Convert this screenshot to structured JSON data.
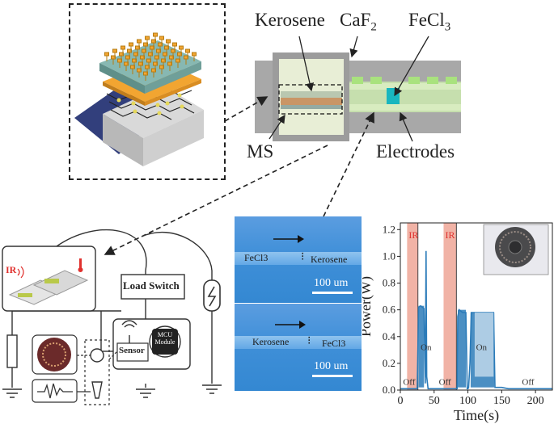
{
  "schematic": {
    "kerosene_label": "Kerosene",
    "caf2_label": "CaF",
    "caf2_sub": "2",
    "fecl3_label": "FeCl",
    "fecl3_sub": "3",
    "ms_label": "MS",
    "electrodes_label": "Electrodes"
  },
  "circuit": {
    "ir_label": "IR",
    "load_switch_label": "Load Switch",
    "sensor_label": "Sensor",
    "mcu_label_1": "MCU",
    "mcu_label_2": "Module"
  },
  "micrographs": {
    "top": {
      "left_label": "FeCl3",
      "right_label": "Kerosene",
      "scale_label": "100 um"
    },
    "bottom": {
      "left_label": "Kerosene",
      "right_label": "FeCl3",
      "scale_label": "100 um"
    }
  },
  "colors": {
    "trace": "#2b7bb9",
    "ir_band": "#f1b3a6",
    "ir_text": "#e0312e",
    "micro_bg": "#3f8fd8",
    "electrode_green": "#a9e27e",
    "fecl3_teal": "#19b6bf"
  },
  "chart_data": {
    "type": "line",
    "xlabel": "Time(s)",
    "ylabel": "Power(W)",
    "xlim": [
      0,
      225
    ],
    "ylim": [
      0,
      1.25
    ],
    "x_ticks": [
      "0",
      "50",
      "100",
      "150",
      "200"
    ],
    "y_ticks": [
      "0.0",
      "0.2",
      "0.4",
      "0.6",
      "0.8",
      "1.0",
      "1.2"
    ],
    "ir_bands": [
      {
        "label": "IR",
        "start": 10,
        "end": 26
      },
      {
        "label": "IR",
        "start": 64,
        "end": 83
      }
    ],
    "annotations": [
      {
        "text": "Off",
        "x": 4,
        "y": 0.04
      },
      {
        "text": "On",
        "x": 30,
        "y": 0.3
      },
      {
        "text": "Off",
        "x": 57,
        "y": 0.04
      },
      {
        "text": "On",
        "x": 112,
        "y": 0.3
      },
      {
        "text": "Off",
        "x": 180,
        "y": 0.04
      }
    ],
    "series": [
      {
        "values": [
          [
            0,
            0.01
          ],
          [
            25,
            0.01
          ],
          [
            26,
            0.3
          ],
          [
            27,
            0.62
          ],
          [
            30,
            0.63
          ],
          [
            35,
            0.61
          ],
          [
            37,
            0.05
          ],
          [
            38,
            1.04
          ],
          [
            39,
            0.1
          ],
          [
            41,
            0.01
          ],
          [
            84,
            0.01
          ],
          [
            85,
            0.55
          ],
          [
            87,
            0.6
          ],
          [
            92,
            0.58
          ],
          [
            97,
            0.58
          ],
          [
            99,
            0.01
          ],
          [
            100,
            0.01
          ],
          [
            101,
            0.02
          ],
          [
            103,
            0.2
          ],
          [
            105,
            0.58
          ],
          [
            112,
            0.58
          ],
          [
            120,
            0.58
          ],
          [
            125,
            0.58
          ],
          [
            138,
            0.58
          ],
          [
            140,
            0.02
          ],
          [
            150,
            0.02
          ],
          [
            160,
            0.01
          ],
          [
            225,
            0.01
          ]
        ]
      }
    ]
  }
}
